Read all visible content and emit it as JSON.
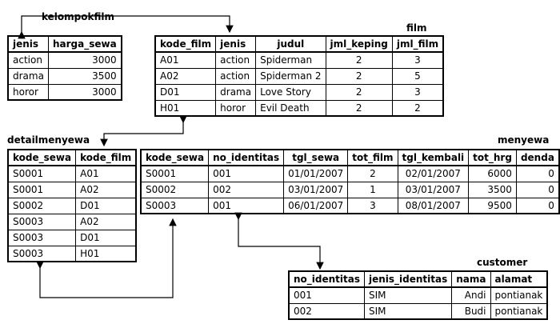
{
  "kelompokfilm": {
    "title": "kelompokfilm",
    "columns": [
      "jenis",
      "harga_sewa"
    ],
    "rows": [
      [
        "action",
        "3000"
      ],
      [
        "drama",
        "3500"
      ],
      [
        "horor",
        "3000"
      ]
    ]
  },
  "film": {
    "title": "film",
    "columns": [
      "kode_film",
      "jenis",
      "judul",
      "jml_keping",
      "jml_film"
    ],
    "rows": [
      [
        "A01",
        "action",
        "Spiderman",
        "2",
        "3"
      ],
      [
        "A02",
        "action",
        "Spiderman 2",
        "2",
        "5"
      ],
      [
        "D01",
        "drama",
        "Love Story",
        "2",
        "3"
      ],
      [
        "H01",
        "horor",
        "Evil Death",
        "2",
        "2"
      ]
    ]
  },
  "detailmenyewa": {
    "title": "detailmenyewa",
    "columns": [
      "kode_sewa",
      "kode_film"
    ],
    "rows": [
      [
        "S0001",
        "A01"
      ],
      [
        "S0001",
        "A02"
      ],
      [
        "S0002",
        "D01"
      ],
      [
        "S0003",
        "A02"
      ],
      [
        "S0003",
        "D01"
      ],
      [
        "S0003",
        "H01"
      ]
    ]
  },
  "menyewa": {
    "title": "menyewa",
    "columns": [
      "kode_sewa",
      "no_identitas",
      "tgl_sewa",
      "tot_film",
      "tgl_kembali",
      "tot_hrg",
      "denda"
    ],
    "rows": [
      [
        "S0001",
        "001",
        "01/01/2007",
        "2",
        "02/01/2007",
        "6000",
        "0"
      ],
      [
        "S0002",
        "002",
        "03/01/2007",
        "1",
        "03/01/2007",
        "3500",
        "0"
      ],
      [
        "S0003",
        "001",
        "06/01/2007",
        "3",
        "08/01/2007",
        "9500",
        "0"
      ]
    ]
  },
  "customer": {
    "title": "customer",
    "columns": [
      "no_identitas",
      "jenis_identitas",
      "nama",
      "alamat"
    ],
    "rows": [
      [
        "001",
        "SIM",
        "Andi",
        "pontianak"
      ],
      [
        "002",
        "SIM",
        "Budi",
        "pontianak"
      ]
    ]
  }
}
